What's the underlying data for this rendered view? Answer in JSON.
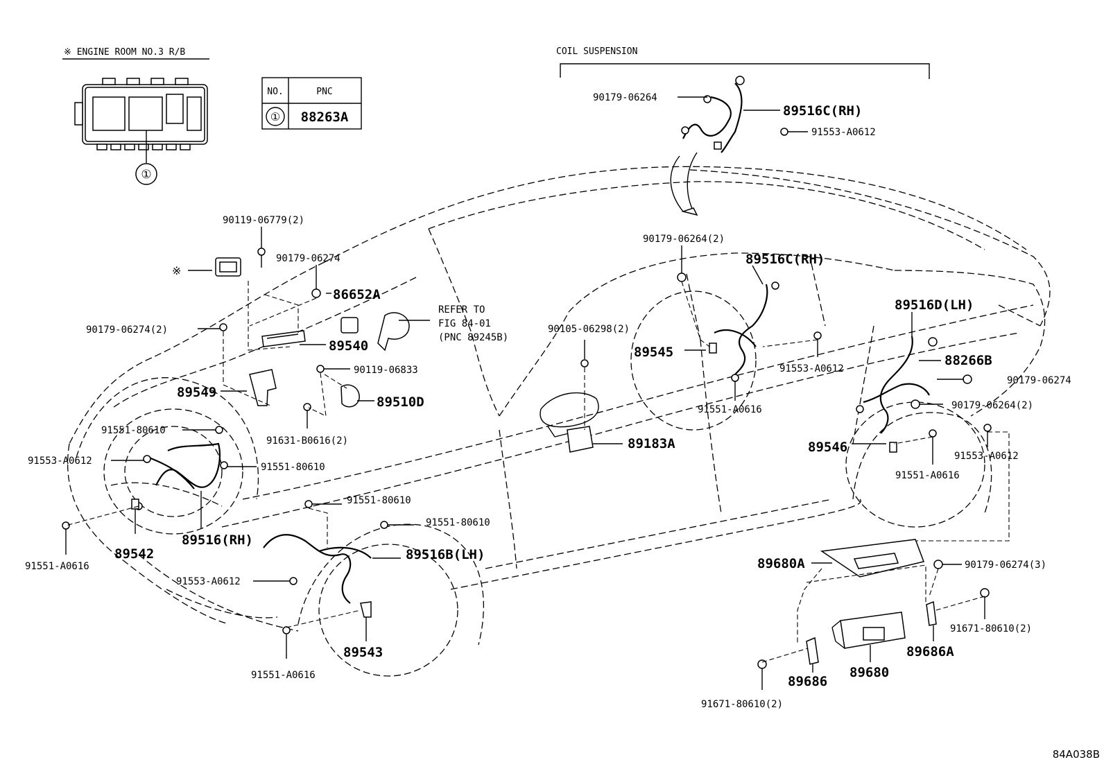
{
  "header": {
    "engine_room_note": "※ ENGINE ROOM NO.3 R/B",
    "coil_suspension": "COIL SUSPENSION"
  },
  "pnc_table": {
    "col_no": "NO.",
    "col_pnc": "PNC",
    "row_no": "①",
    "row_pnc": "88263A"
  },
  "callout_one": "①",
  "asterisk_mark": "※",
  "refer_note": [
    "REFER TO",
    "FIG 84-01",
    "(PNC 89245B)"
  ],
  "labels": {
    "l1": "90179-06264",
    "l2": "89516C(RH)",
    "l3": "91553-A0612",
    "l4": "90119-06779(2)",
    "l5": "90179-06274",
    "l6": "86652A",
    "l7": "90179-06274(2)",
    "l8": "89540",
    "l9": "90119-06833",
    "l10": "89549",
    "l11": "89510D",
    "l12": "91551-80610",
    "l13": "91631-B0616(2)",
    "l14": "91553-A0612",
    "l15": "91551-80610",
    "l16": "91551-A0616",
    "l17": "89542",
    "l18": "89516(RH)",
    "l19": "91551-80610",
    "l20": "91551-80610",
    "l21": "89516B(LH)",
    "l22": "91553-A0612",
    "l23": "89543",
    "l24": "91551-A0616",
    "l25": "90105-06298(2)",
    "l26": "89183A",
    "l27": "90179-06264(2)",
    "l28": "89516C(RH)",
    "l29": "89545",
    "l30": "91553-A0612",
    "l31": "91551-A0616",
    "l32": "89516D(LH)",
    "l33": "88266B",
    "l34": "90179-06274",
    "l35": "90179-06264(2)",
    "l36": "89546",
    "l37": "91553-A0612",
    "l38": "91551-A0616",
    "l39": "89680A",
    "l40": "90179-06274(3)",
    "l41": "91671-80610(2)",
    "l42": "89686A",
    "l43": "89680",
    "l44": "89686",
    "l45": "91671-80610(2)"
  },
  "figure_code": "84A038B"
}
